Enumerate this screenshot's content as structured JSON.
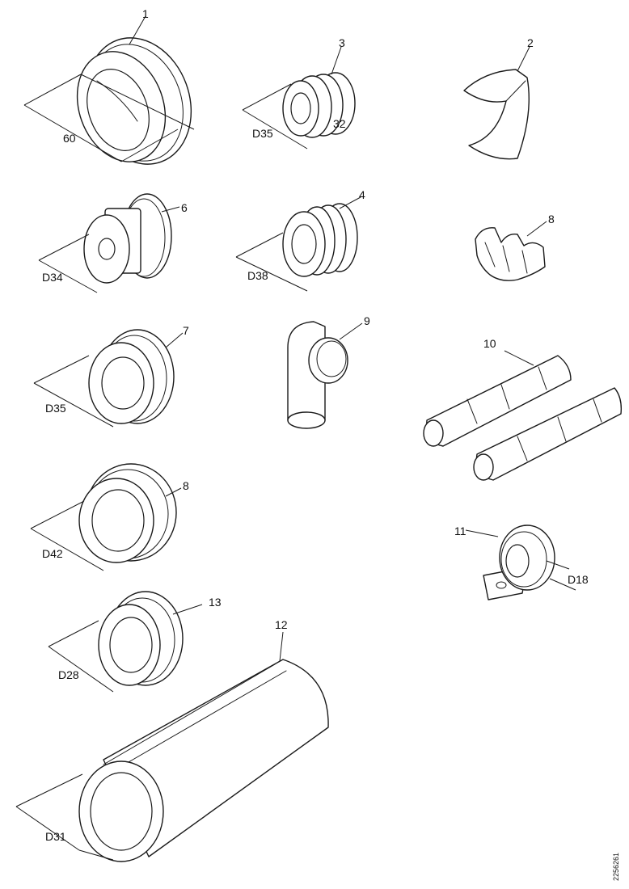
{
  "parts": {
    "p1": {
      "number": "1",
      "dimension": "60"
    },
    "p2": {
      "number": "2"
    },
    "p3": {
      "number": "3",
      "dimension": "D35",
      "dimension2": "32"
    },
    "p4": {
      "number": "4",
      "dimension": "D38"
    },
    "p5": {
      "number": "8"
    },
    "p6": {
      "number": "6",
      "dimension": "D34"
    },
    "p7": {
      "number": "7",
      "dimension": "D35"
    },
    "p8": {
      "number": "8",
      "dimension": "D42"
    },
    "p9": {
      "number": "9"
    },
    "p10": {
      "number": "10"
    },
    "p11": {
      "number": "11",
      "dimension": "D18"
    },
    "p12": {
      "number": "12",
      "dimension": "D31"
    },
    "p13": {
      "number": "13",
      "dimension": "D28"
    }
  },
  "drawing_reference": "2256261"
}
